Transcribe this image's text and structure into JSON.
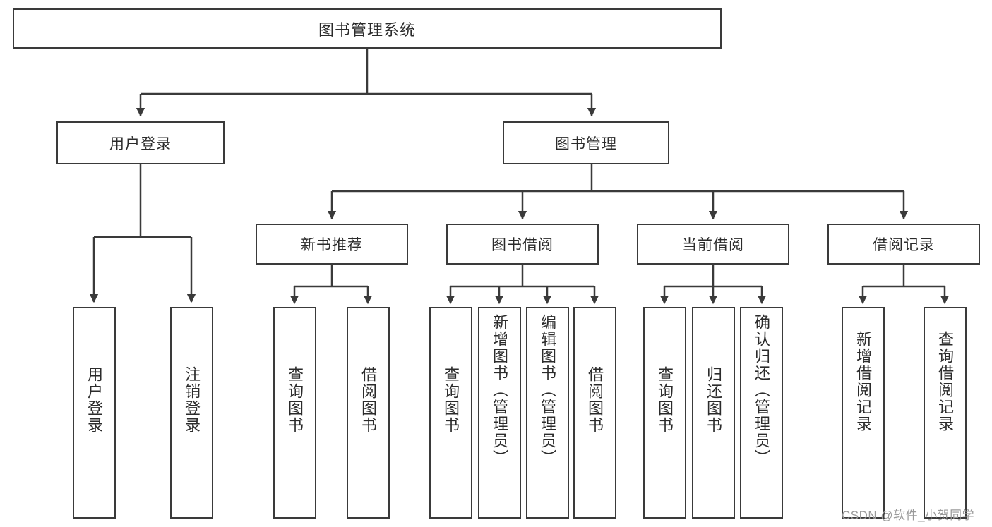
{
  "diagram": {
    "type": "tree-hierarchy-chart",
    "title": "图书管理系统",
    "stroke_color": "#3a3a3a",
    "text_color": "#2b2b2b",
    "background_color": "#ffffff",
    "root": {
      "label": "图书管理系统"
    },
    "level2": [
      {
        "label": "用户登录"
      },
      {
        "label": "图书管理"
      }
    ],
    "level3": [
      {
        "label": "新书推荐"
      },
      {
        "label": "图书借阅"
      },
      {
        "label": "当前借阅"
      },
      {
        "label": "借阅记录"
      }
    ],
    "leaves": {
      "user_login": [
        {
          "label": "用户登录"
        },
        {
          "label": "注销登录"
        }
      ],
      "new_book_recommend": [
        {
          "label": "查询图书"
        },
        {
          "label": "借阅图书"
        }
      ],
      "book_borrow": [
        {
          "label": "查询图书"
        },
        {
          "label": "新增图书（管理员）"
        },
        {
          "label": "编辑图书（管理员）"
        },
        {
          "label": "借阅图书"
        }
      ],
      "current_borrow": [
        {
          "label": "查询图书"
        },
        {
          "label": "归还图书"
        },
        {
          "label": "确认归还（管理员）"
        }
      ],
      "borrow_record": [
        {
          "label": "新增借阅记录"
        },
        {
          "label": "查询借阅记录"
        }
      ]
    },
    "watermark": "CSDN @软件_小贺同学"
  }
}
